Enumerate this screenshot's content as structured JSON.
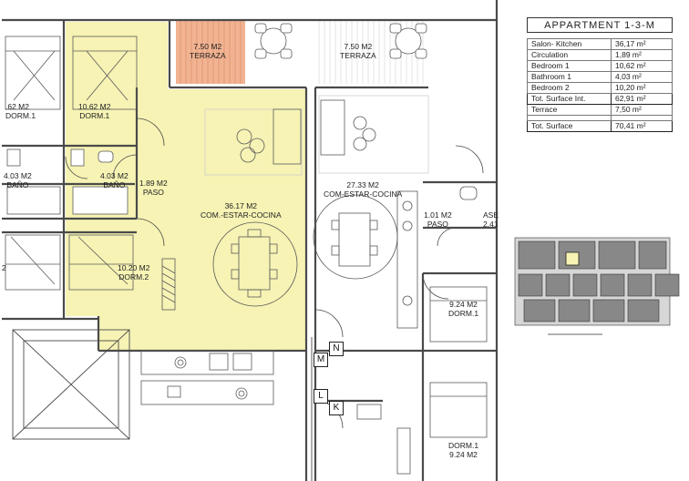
{
  "schedule": {
    "title": "APPARTMENT 1-3-M",
    "rows": [
      {
        "label": "Salon- Kitchen",
        "value": "36,17 m²"
      },
      {
        "label": "Circulation",
        "value": "1,89 m²"
      },
      {
        "label": "Bedroom 1",
        "value": "10,62 m²"
      },
      {
        "label": "Bathroom 1",
        "value": "4,03 m²"
      },
      {
        "label": "Bedroom 2",
        "value": "10,20 m²"
      }
    ],
    "interior_label": "Tot. Surface Int.",
    "interior_value": "62,91 m²",
    "terrace_label": "Terrace",
    "terrace_value": "7,50 m²",
    "total_label": "Tot. Surface",
    "total_value": "70,41 m²"
  },
  "rooms": {
    "terraza_left_area": "7.50 M2",
    "terraza_left_name": "TERRAZA",
    "terraza_right_area": "7.50 M2",
    "terraza_right_name": "TERRAZA",
    "dorm1_left_area": ".62 M2",
    "dorm1_left_name": "DORM.1",
    "dorm1_area": "10.62 M2",
    "dorm1_name": "DORM.1",
    "bano_left_area": "4.03 M2",
    "bano_left_name": "BAÑO",
    "bano_area": "4.03 M2",
    "bano_name": "BAÑO",
    "paso_area": "1.89 M2",
    "paso_name": "PASO",
    "living_area": "36.17 M2",
    "living_name": "COM.-ESTAR-COCINA",
    "living_right_area": "27.33 M2",
    "living_right_name": "COM-ESTAR-COCINA",
    "paso_right_area": "1.01 M2",
    "paso_right_name": "PASO",
    "aseo_name": "ASE",
    "aseo_area": "2.41",
    "dorm2_area": "10.20 M2",
    "dorm2_name": "DORM.2",
    "dorm2_left_area": "2",
    "dorm1_right_area": "9.24 M2",
    "dorm1_right_name": "DORM.1",
    "dorm1_bottom_name": "DORM.1",
    "dorm1_bottom_area": "9.24 M2"
  },
  "section_marks": {
    "n": "N",
    "m": "M",
    "l": "L",
    "k": "K"
  },
  "colors": {
    "highlight": "#f6f3b4",
    "terrace": "#f0ab86",
    "wall": "#4a4a4a"
  }
}
